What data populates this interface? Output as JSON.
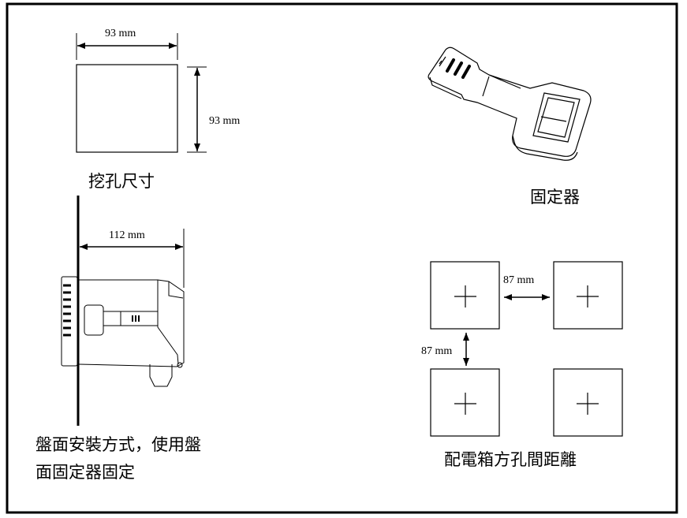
{
  "cutout": {
    "width_label": "93 mm",
    "height_label": "93 mm",
    "caption": "挖孔尺寸"
  },
  "bracket": {
    "caption": "固定器"
  },
  "side_view": {
    "depth_label": "112 mm",
    "caption_line1": "盤面安裝方式，使用盤",
    "caption_line2": "面固定器固定"
  },
  "spacing": {
    "horizontal_label": "87 mm",
    "vertical_label": "87 mm",
    "caption": "配電箱方孔間距離"
  }
}
